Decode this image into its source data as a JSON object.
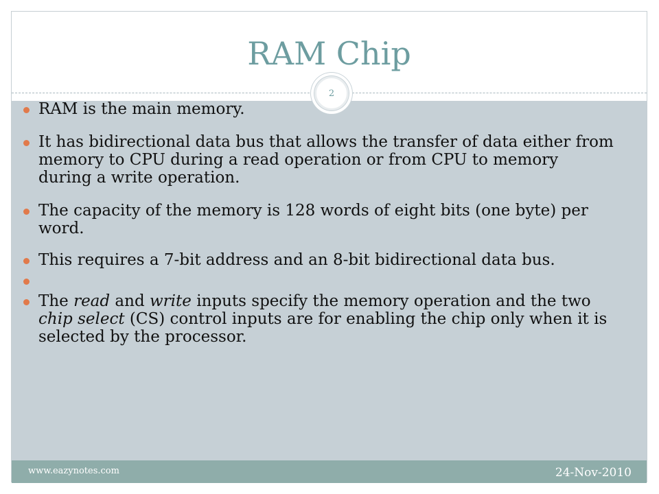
{
  "slide": {
    "title": "RAM Chip",
    "page_number": "2",
    "bullet_color": "#e17a4b",
    "bullets": [
      "RAM is the main memory.",
      "It has bidirectional data bus that allows the transfer of data either from memory to CPU during a read operation or from CPU to memory during a write operation.",
      "The capacity of the memory is 128 words of eight bits (one byte) per word.",
      "This requires a 7-bit address and an 8-bit bidirectional data bus.",
      ""
    ],
    "last_bullet": {
      "part1": "The ",
      "read": "read",
      "part2": " and ",
      "write": "write",
      "part3": " inputs specify the memory operation and the two ",
      "chip_select": "chip select",
      "part4": " (CS) control inputs are for enabling the chip only when it is selected by the processor."
    }
  },
  "footer": {
    "url": "www.eazynotes.com",
    "date": "24-Nov-2010"
  }
}
